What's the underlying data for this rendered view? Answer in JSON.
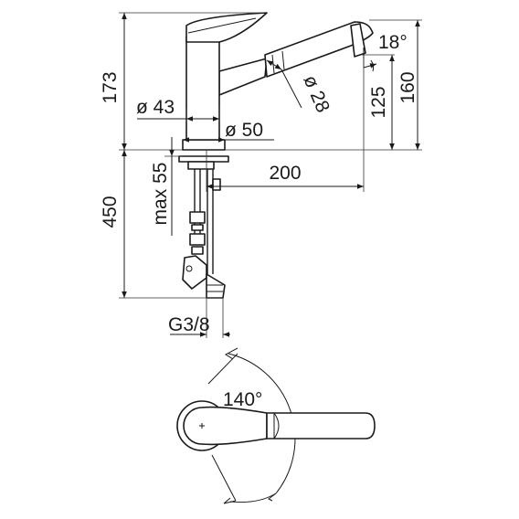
{
  "labels": {
    "height_total": "173",
    "outlet_height": "160",
    "spout_clearance": "125",
    "body_diameter": "ø 43",
    "base_diameter": "ø 50",
    "spout_diameter": "ø 28",
    "spout_angle": "18°",
    "reach": "200",
    "max_deck": "max 55",
    "hose_length": "450",
    "connection_thread": "G3/8",
    "swivel_angle": "140°"
  },
  "colors": {
    "line": "#1a1a1a",
    "background": "#ffffff"
  }
}
